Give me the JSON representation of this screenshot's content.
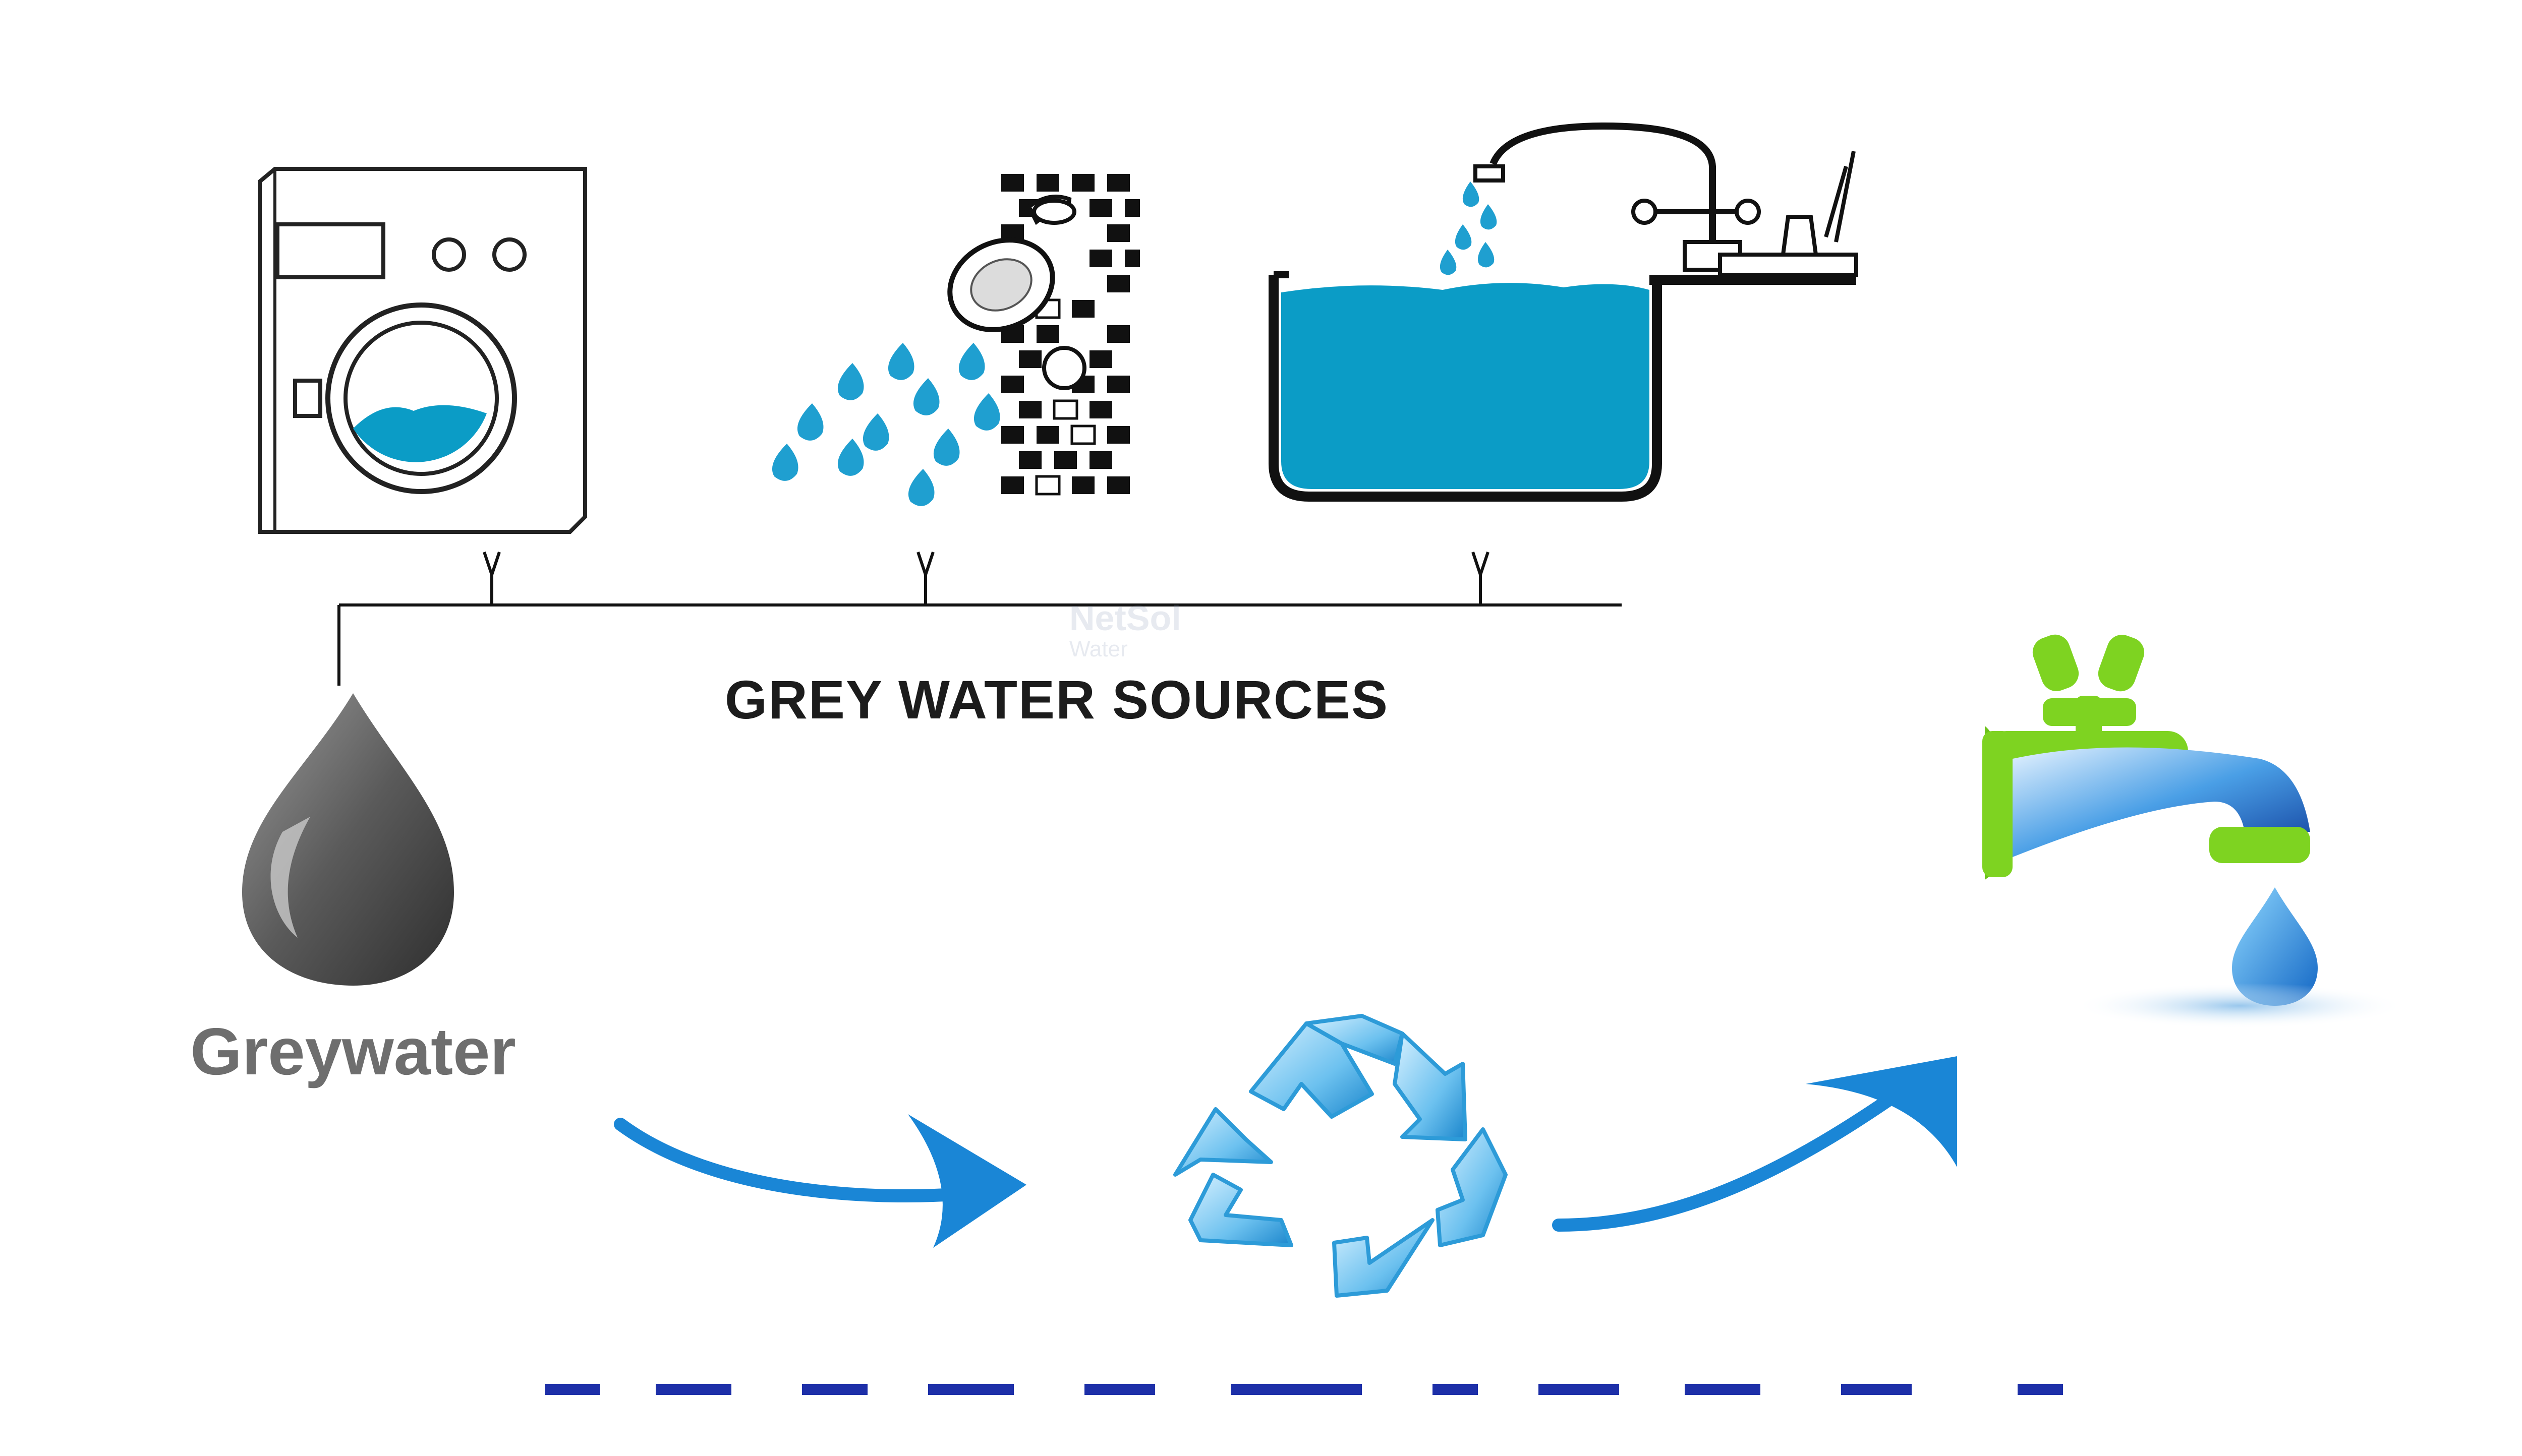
{
  "diagram": {
    "sources_title": "GREY WATER SOURCES",
    "greywater_label": "Greywater",
    "watermark_line1": "NetSol",
    "watermark_line2": "Water"
  },
  "icons": {
    "washing_machine": "washing-machine-icon",
    "shower": "shower-icon",
    "sink": "kitchen-sink-icon",
    "greywater_drop": "grey-water-drop-icon",
    "recycle": "recycle-icon",
    "tap": "water-tap-icon"
  },
  "colors": {
    "water_blue": "#0b9cc6",
    "arrow_blue": "#1a86d6",
    "tap_green": "#7ed321",
    "grey_drop": "#5f5f5f"
  }
}
